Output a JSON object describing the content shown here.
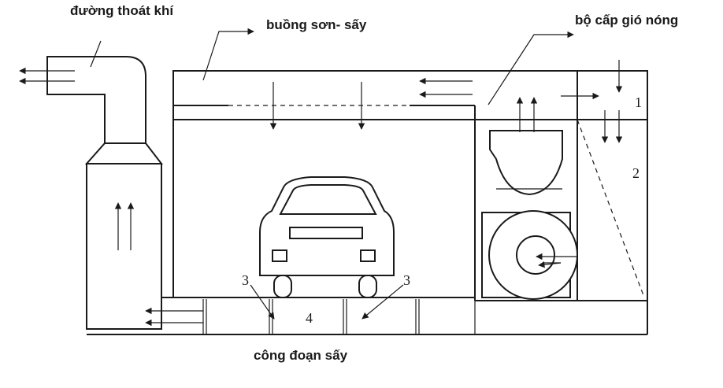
{
  "labels": {
    "exhaust_duct": "đường thoát khí",
    "paint_dry_booth": "buồng sơn- sấy",
    "hot_air_supply": "bộ cấp gió nóng",
    "drying_stage": "công đoạn sấy"
  },
  "numbers": {
    "n1": "1",
    "n2": "2",
    "n3_left": "3",
    "n3_right": "3",
    "n4": "4"
  }
}
